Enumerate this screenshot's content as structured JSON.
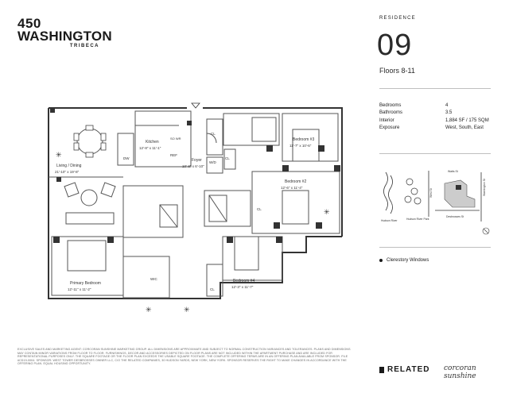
{
  "logo": {
    "number": "450",
    "street": "WASHINGTON",
    "neighborhood": "TRIBECA"
  },
  "residence": {
    "label": "RESIDENCE",
    "number": "09",
    "floors": "Floors 8-11"
  },
  "specs": [
    {
      "label": "Bedrooms",
      "value": "4"
    },
    {
      "label": "Bathrooms",
      "value": "3.5"
    },
    {
      "label": "Interior",
      "value": "1,884 SF / 175 SQM"
    },
    {
      "label": "Exposure",
      "value": "West, South, East"
    }
  ],
  "map_labels": {
    "watts": "Watts St",
    "desbrosses": "Desbrosses St",
    "washington": "Washington St",
    "west": "West St",
    "hudson_river": "Hudson River",
    "park": "Hudson River Park"
  },
  "legend": {
    "clerestory": "Clerestory Windows"
  },
  "rooms": {
    "kitchen": "Kitchen",
    "kitchen_dim": "12'-8\" x 11'-1\"",
    "living": "Living / Dining",
    "living_dim": "21'-10\" x 19'-8\"",
    "foyer": "Foyer",
    "foyer_dim": "10'-8\" x 6'-10\"",
    "bed3": "Bedroom #3",
    "bed3_dim": "11'-7\" x 10'-6\"",
    "bed2": "Bedroom #2",
    "bed2_dim": "12'-6\" x 11'-4\"",
    "primary": "Primary Bedroom",
    "primary_dim": "12'-11\" x 11'-2\"",
    "bed4": "Bedroom #4",
    "bed4_dim": "12'-3\" x 11'-7\"",
    "wic": "WIC",
    "cl": "CL",
    "dw": "DW",
    "wd": "W/D",
    "ref": "REF",
    "sowr": "SO WR"
  },
  "fineprint": "EXCLUSIVE SALES AND MARKETING AGENT: CORCORAN SUNSHINE MARKETING GROUP. ALL DIMENSIONS ARE APPROXIMATE AND SUBJECT TO NORMAL CONSTRUCTION VARIANCES AND TOLERANCES. PLANS AND DIMENSIONS MAY CONTAIN MINOR VARIATIONS FROM FLOOR TO FLOOR. FURNISHINGS, DECOR AND ACCESSORIES DEPICTED ON FLOOR PLANS ARE NOT INCLUDED WITHIN THE APARTMENT PURCHASE AND ARE INCLUDED FOR REPRESENTATIONAL PURPOSES ONLY. THE SQUARE FOOTAGE OR THE FLOOR PLAN EXCEEDS THE USABLE SQUARE FOOTAGE. THE COMPLETE OFFERING TERMS ARE IN AN OFFERING PLAN AVAILABLE FROM SPONSOR. FILE #CD19-0004. SPONSOR: WEST TOWER DESBROSSES OWNER LLC, C/O THE RELATED COMPANIES, 30 HUDSON YARDS, NEW YORK, NEW YORK. SPONSOR RESERVES THE RIGHT TO MAKE CHANGES IN ACCORDANCE WITH THE OFFERING PLAN. EQUAL HOUSING OPPORTUNITY.",
  "brands": {
    "related": "RELATED",
    "corcoran": "corcoran sunshine"
  }
}
